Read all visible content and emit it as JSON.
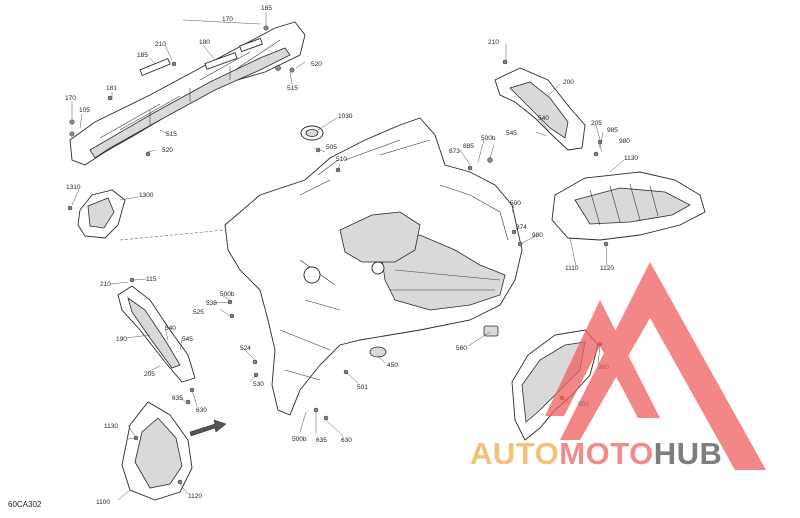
{
  "diagram": {
    "reference_code": "60CA302",
    "callouts": [
      {
        "id": "c165",
        "text": "165"
      },
      {
        "id": "c170a",
        "text": "170"
      },
      {
        "id": "c180",
        "text": "180"
      },
      {
        "id": "c185",
        "text": "185"
      },
      {
        "id": "c210a",
        "text": "210"
      },
      {
        "id": "c181",
        "text": "181"
      },
      {
        "id": "c170b",
        "text": "170"
      },
      {
        "id": "c105",
        "text": "105"
      },
      {
        "id": "c520a",
        "text": "520"
      },
      {
        "id": "c515a",
        "text": "515"
      },
      {
        "id": "c515b",
        "text": "515"
      },
      {
        "id": "c520b",
        "text": "520"
      },
      {
        "id": "c1030",
        "text": "1030"
      },
      {
        "id": "c505",
        "text": "505"
      },
      {
        "id": "c510",
        "text": "510"
      },
      {
        "id": "c873",
        "text": "873"
      },
      {
        "id": "c885",
        "text": "885"
      },
      {
        "id": "c500b_top",
        "text": "500b"
      },
      {
        "id": "c210b",
        "text": "210"
      },
      {
        "id": "c200",
        "text": "200"
      },
      {
        "id": "c540",
        "text": "540"
      },
      {
        "id": "c545a",
        "text": "545"
      },
      {
        "id": "c205a",
        "text": "205"
      },
      {
        "id": "c985",
        "text": "985"
      },
      {
        "id": "c980a",
        "text": "980"
      },
      {
        "id": "c1130a",
        "text": "1130"
      },
      {
        "id": "c1310",
        "text": "1310"
      },
      {
        "id": "c1300",
        "text": "1300"
      },
      {
        "id": "c500",
        "text": "500"
      },
      {
        "id": "c874",
        "text": "874"
      },
      {
        "id": "c980b",
        "text": "980"
      },
      {
        "id": "c1110",
        "text": "1110"
      },
      {
        "id": "c1120a",
        "text": "1120"
      },
      {
        "id": "c210c",
        "text": "210"
      },
      {
        "id": "c115",
        "text": "115"
      },
      {
        "id": "c538",
        "text": "538"
      },
      {
        "id": "c500b_mid",
        "text": "500b"
      },
      {
        "id": "c525",
        "text": "525"
      },
      {
        "id": "c190",
        "text": "190"
      },
      {
        "id": "c540b",
        "text": "540"
      },
      {
        "id": "c545b",
        "text": "545"
      },
      {
        "id": "c524",
        "text": "524"
      },
      {
        "id": "c530",
        "text": "530"
      },
      {
        "id": "c205b",
        "text": "205"
      },
      {
        "id": "c560",
        "text": "560"
      },
      {
        "id": "c450",
        "text": "450"
      },
      {
        "id": "c501",
        "text": "501"
      },
      {
        "id": "c635a",
        "text": "635"
      },
      {
        "id": "c630a",
        "text": "630"
      },
      {
        "id": "c360",
        "text": "360"
      },
      {
        "id": "c350",
        "text": "350"
      },
      {
        "id": "c1130b",
        "text": "1130"
      },
      {
        "id": "c500b_bot",
        "text": "500b"
      },
      {
        "id": "c635b",
        "text": "635"
      },
      {
        "id": "c630b",
        "text": "630"
      },
      {
        "id": "c1100",
        "text": "1100"
      },
      {
        "id": "c1120b",
        "text": "1120"
      }
    ]
  },
  "watermark": {
    "part1": "AUTO",
    "part2": "MOTO",
    "part3": "HUB",
    "colors": {
      "auto": "#f2c27a",
      "moto": "#f08c8c",
      "hub": "#7e7e7e",
      "triangle": "#f06060"
    }
  }
}
